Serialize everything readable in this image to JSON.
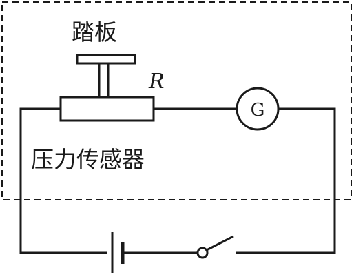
{
  "labels": {
    "pedal": "踏板",
    "resistor": "R",
    "galvanometer": "G",
    "pressure_sensor": "压力传感器"
  }
}
